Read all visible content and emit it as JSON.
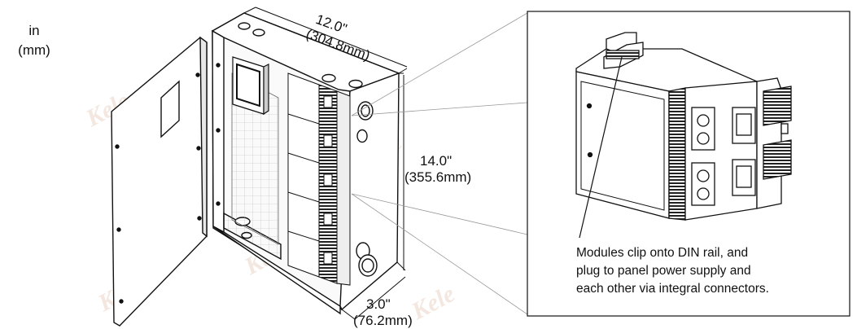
{
  "units_legend": {
    "line1": "in",
    "line2": "(mm)"
  },
  "dimensions": {
    "width": {
      "imperial": "12.0\"",
      "metric": "(304.8mm)"
    },
    "height": {
      "imperial": "14.0\"",
      "metric": "(355.6mm)"
    },
    "depth": {
      "imperial": "3.0\"",
      "metric": "(76.2mm)"
    }
  },
  "callout": {
    "lines": [
      "Modules clip onto DIN rail, and",
      "plug to panel power supply and",
      "each other via integral connectors."
    ]
  },
  "watermark": {
    "text": "Kele"
  }
}
